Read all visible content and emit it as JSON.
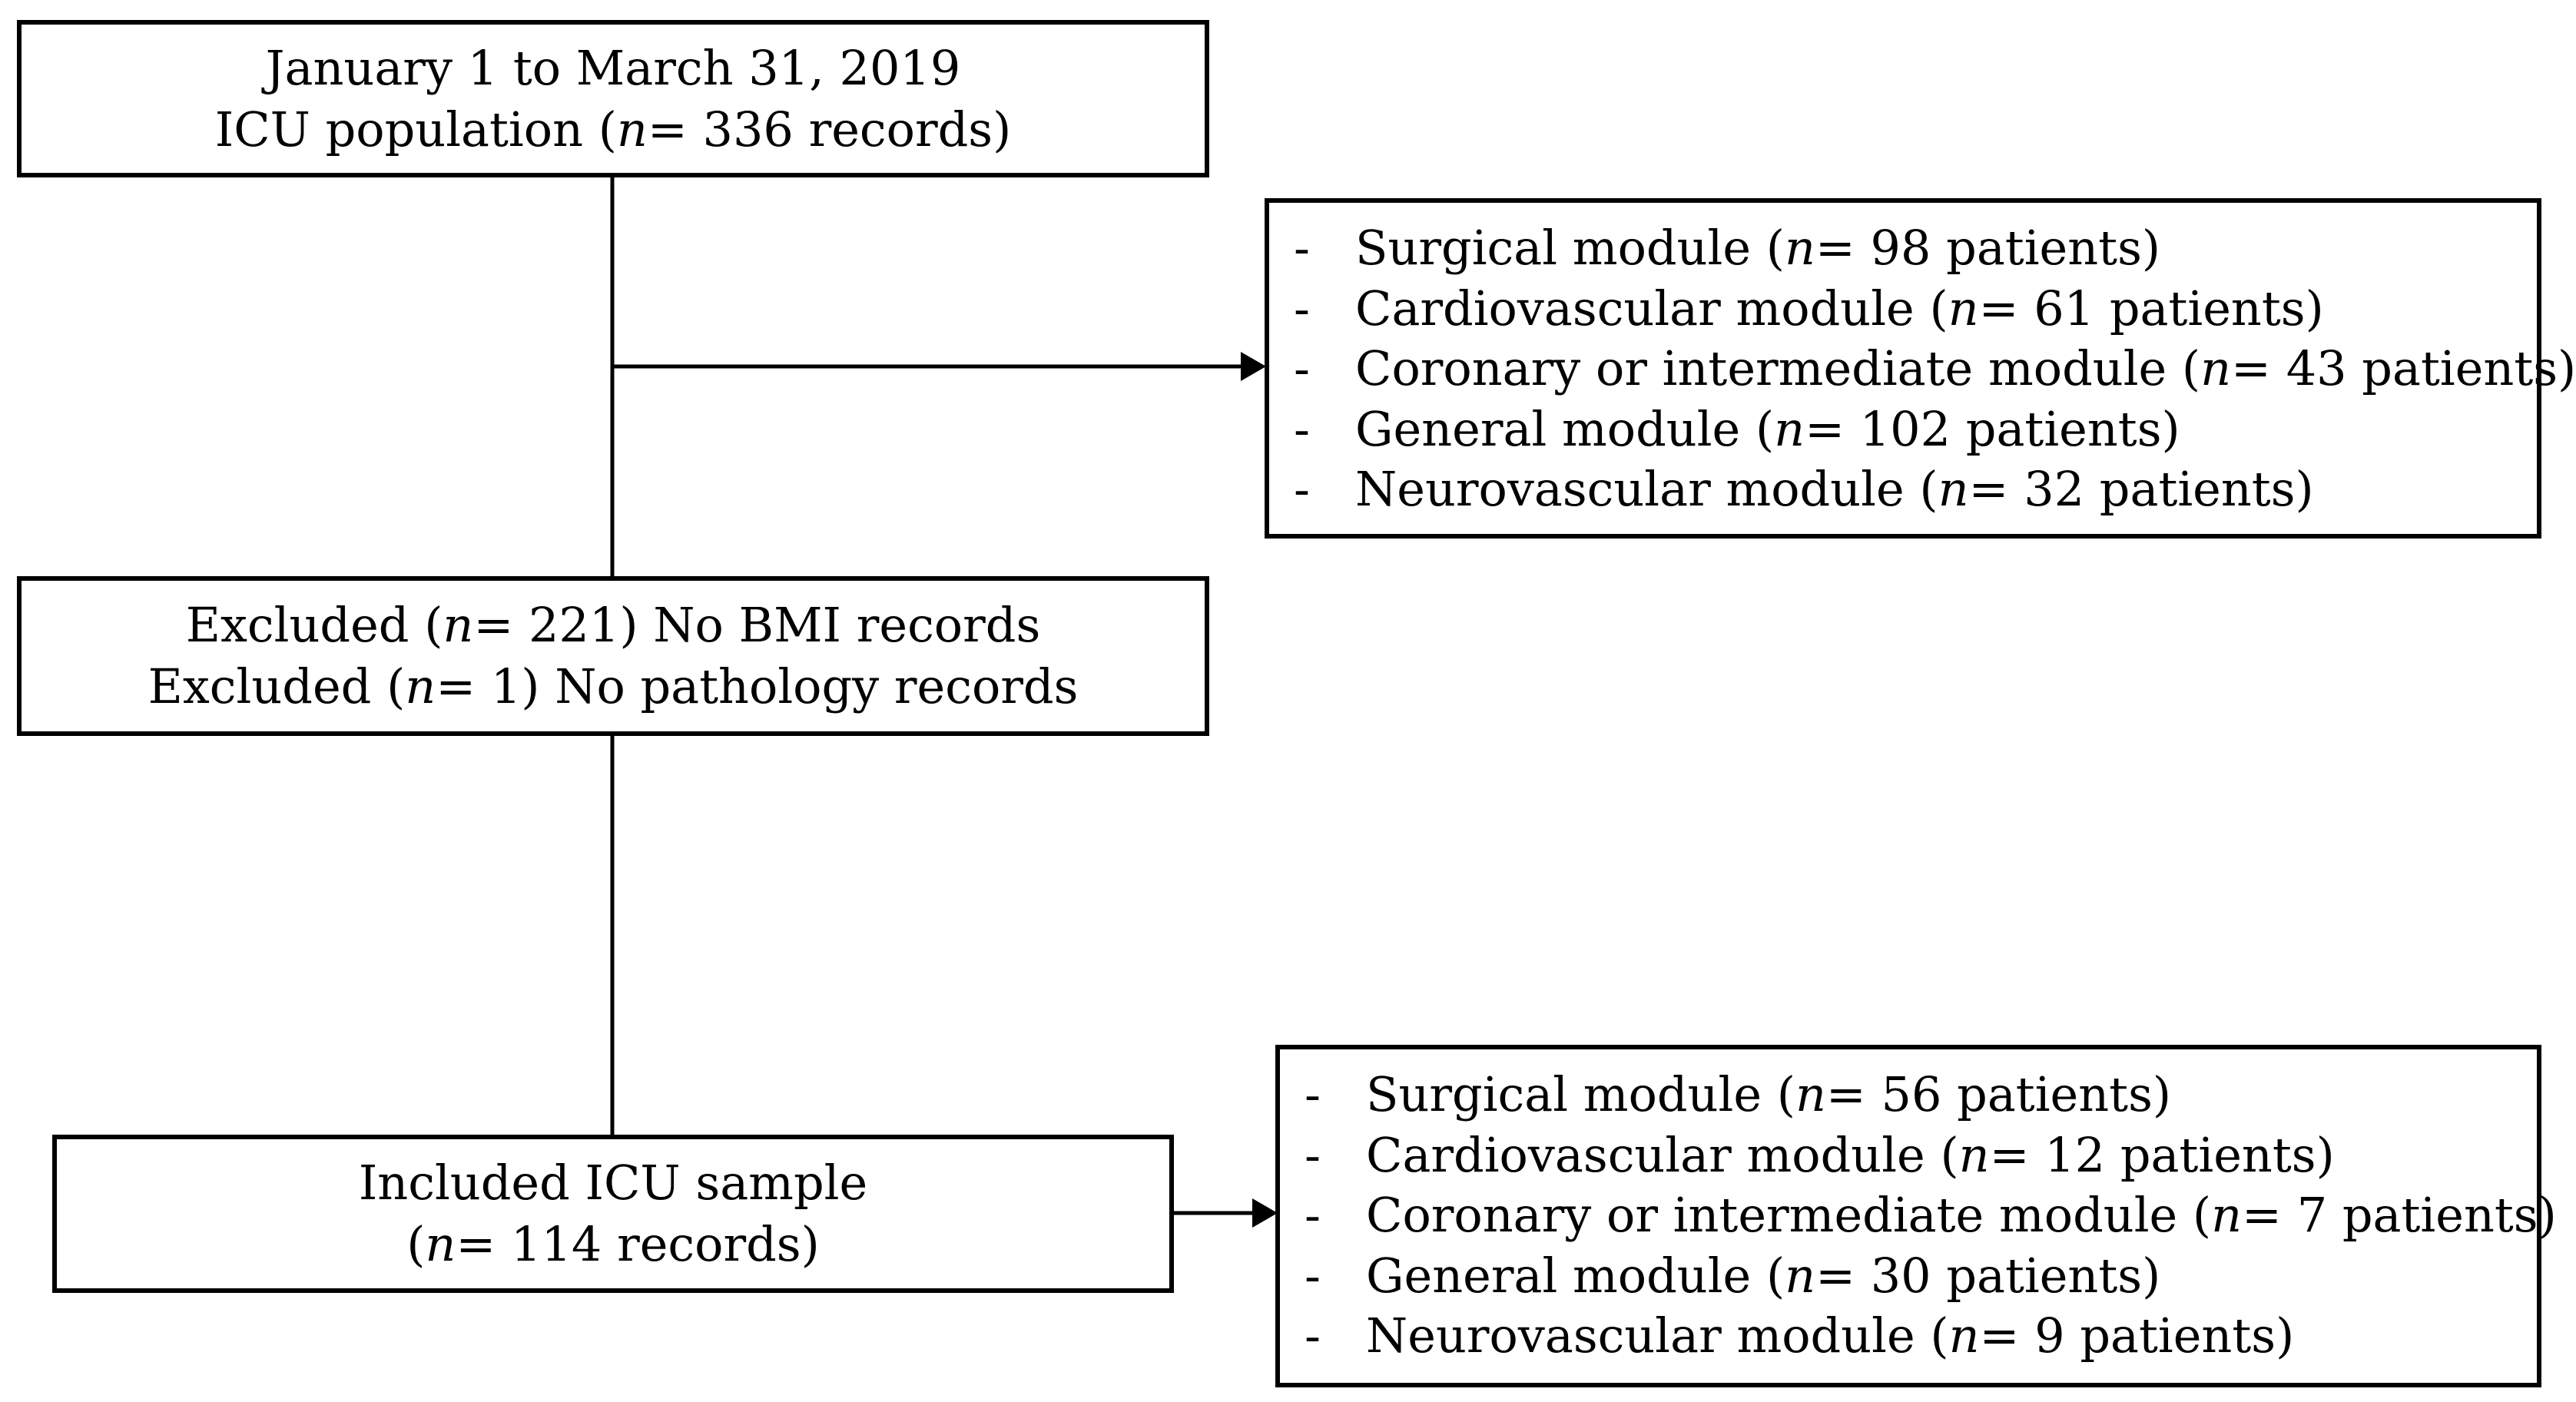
{
  "boxes": {
    "population": {
      "line1": "January 1 to March 31, 2019",
      "line2_pre": "ICU population (",
      "line2_n": "n",
      "line2_post": "= 336 records)"
    },
    "excluded": {
      "line1_pre": "Excluded (",
      "line1_n": "n",
      "line1_post": "= 221) No BMI records",
      "line2_pre": "Excluded (",
      "line2_n": "n",
      "line2_post": "= 1) No pathology records"
    },
    "included": {
      "line1": "Included ICU sample",
      "line2_pre": "(",
      "line2_n": "n",
      "line2_post": "= 114 records)"
    }
  },
  "modules_population": [
    {
      "dash": "-",
      "label": "Surgical module (",
      "n": "n",
      "value": "= 98 patients)"
    },
    {
      "dash": "-",
      "label": "Cardiovascular module (",
      "n": "n",
      "value": "= 61 patients)"
    },
    {
      "dash": "-",
      "label": "Coronary or intermediate module (",
      "n": "n",
      "value": "= 43 patients)"
    },
    {
      "dash": "-",
      "label": "General module (",
      "n": "n",
      "value": "= 102 patients)"
    },
    {
      "dash": "-",
      "label": "Neurovascular module (",
      "n": "n",
      "value": "= 32 patients)"
    }
  ],
  "modules_included": [
    {
      "dash": "-",
      "label": "Surgical module (",
      "n": "n",
      "value": "= 56 patients)"
    },
    {
      "dash": "-",
      "label": "Cardiovascular module (",
      "n": "n",
      "value": "= 12 patients)"
    },
    {
      "dash": "-",
      "label": "Coronary or intermediate module (",
      "n": "n",
      "value": "= 7 patients)"
    },
    {
      "dash": "-",
      "label": "General module (",
      "n": "n",
      "value": "= 30 patients)"
    },
    {
      "dash": "-",
      "label": "Neurovascular module (",
      "n": "n",
      "value": "= 9 patients)"
    }
  ],
  "colors": {
    "stroke": "#000000",
    "background": "#ffffff"
  }
}
